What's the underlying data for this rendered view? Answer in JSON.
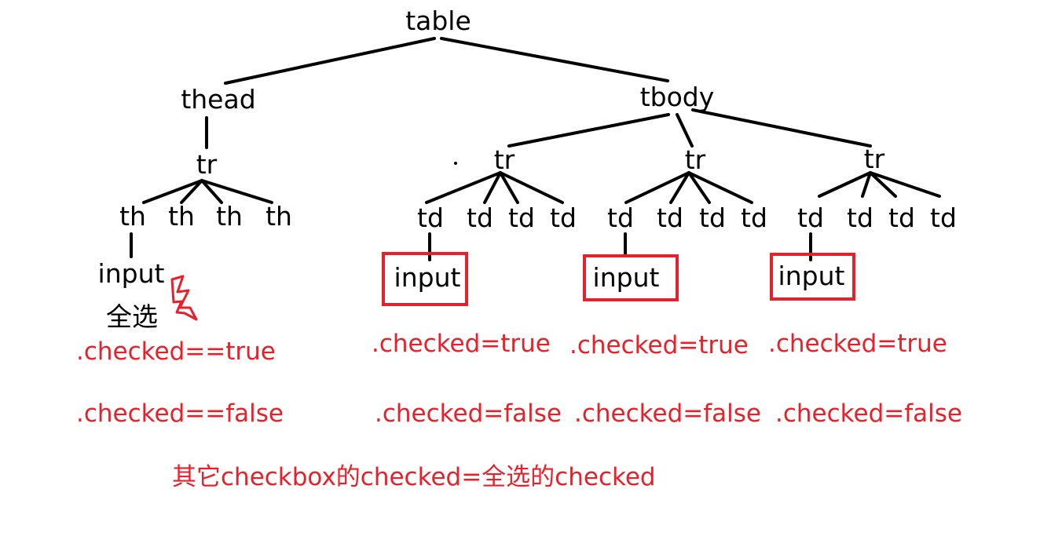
{
  "tree": {
    "root": "table",
    "thead": "thead",
    "tbody": "tbody",
    "thead_tr": "tr",
    "th_cells": [
      "th",
      "th",
      "th",
      "th"
    ],
    "thead_input": "input",
    "select_all_label": "全选",
    "thead_checked_true": ".checked==true",
    "thead_checked_false": ".checked==false",
    "tbody_rows": [
      {
        "tr": "tr",
        "tds": [
          "td",
          "td",
          "td",
          "td"
        ],
        "input": "input",
        "checked_true": ".checked=true",
        "checked_false": ".checked=false"
      },
      {
        "tr": "tr",
        "tds": [
          "td",
          "td",
          "td",
          "td"
        ],
        "input": "input",
        "checked_true": ".checked=true",
        "checked_false": ".checked=false"
      },
      {
        "tr": "tr",
        "tds": [
          "td",
          "td",
          "td",
          "td"
        ],
        "input": "input",
        "checked_true": ".checked=true",
        "checked_false": ".checked=false"
      }
    ],
    "summary": "其它checkbox的checked=全选的checked"
  },
  "colors": {
    "edge": "#000000",
    "annotation": "#e8202a",
    "node_text": "#000000"
  },
  "icons": {
    "lightning": "lightning-icon"
  }
}
